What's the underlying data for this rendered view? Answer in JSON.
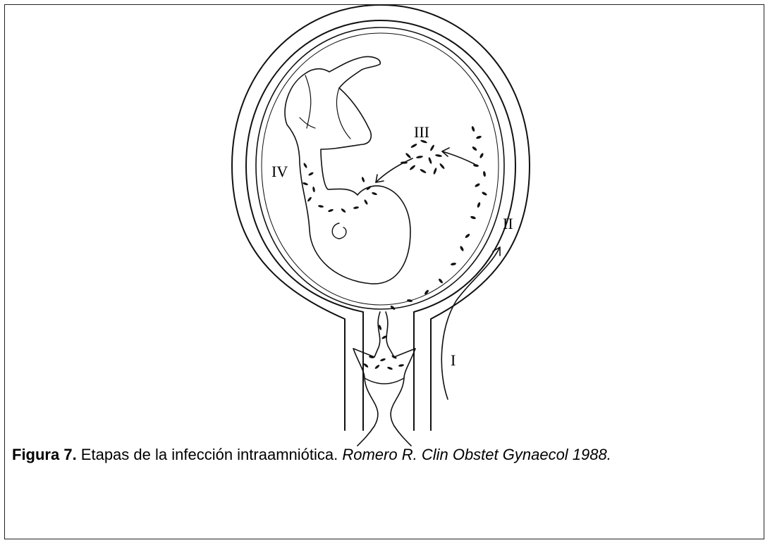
{
  "figure": {
    "labels": {
      "I": "I",
      "II": "II",
      "III": "III",
      "IV": "IV"
    }
  },
  "caption": {
    "label": "Figura 7.",
    "text": " Etapas de la infección intraamniótica. ",
    "citation": "Romero R. Clin Obstet Gynaecol 1988."
  }
}
